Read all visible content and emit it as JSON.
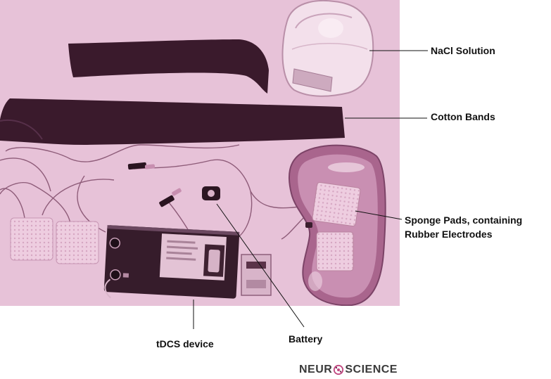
{
  "figure": {
    "labels": {
      "nacl": "NaCl Solution",
      "cotton": "Cotton Bands",
      "sponge_line1": "Sponge Pads, containing",
      "sponge_line2": "Rubber Electrodes",
      "tdcs": "tDCS device",
      "battery": "Battery"
    }
  },
  "logo": {
    "part1": "NEUR",
    "icon": "molecule-icon",
    "part2": "SCIENCE"
  },
  "colors": {
    "photo_background": "#e7c2d8",
    "band": "#3a1a2c",
    "dish_outer": "#a9658d",
    "dish_inner": "#c98fb2",
    "device": "#361c2b",
    "wire": "#8e5c79",
    "callout_line": "#111111",
    "label_text": "#111111",
    "logo_text": "#3a3a3a",
    "logo_icon": "#c0467f"
  }
}
